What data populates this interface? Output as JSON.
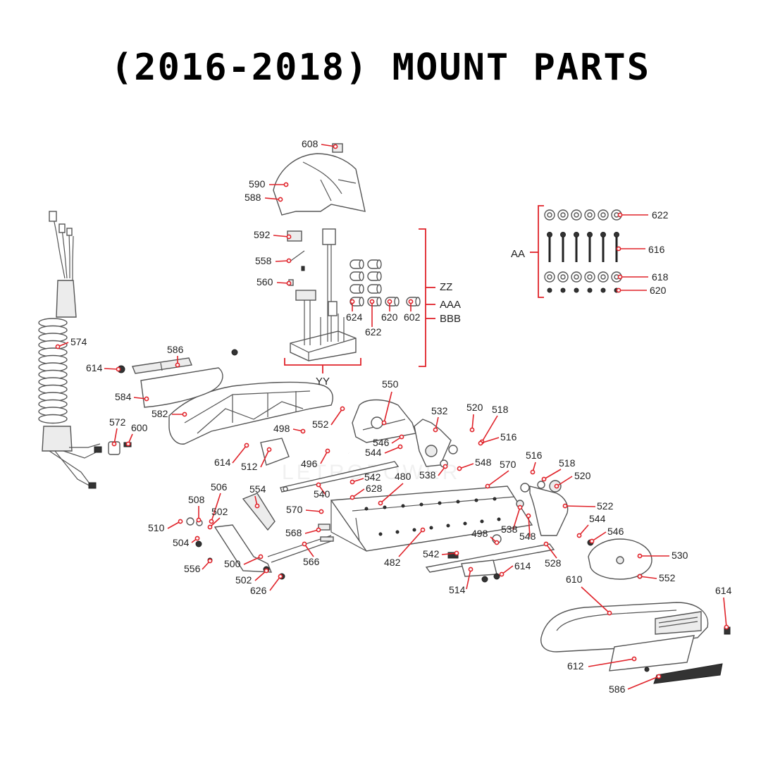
{
  "title": "(2016-2018) MOUNT PARTS",
  "watermark": "LETROPOWER",
  "part_labels": [
    "608",
    "590",
    "588",
    "592",
    "558",
    "560",
    "624",
    "622",
    "620",
    "602",
    "574",
    "614",
    "586",
    "584",
    "582",
    "552",
    "498",
    "550",
    "532",
    "520",
    "518",
    "516",
    "572",
    "600",
    "614",
    "512",
    "496",
    "546",
    "544",
    "538",
    "548",
    "570",
    "516",
    "518",
    "520",
    "540",
    "542",
    "628",
    "480",
    "522",
    "506",
    "554",
    "508",
    "502",
    "510",
    "504",
    "570",
    "568",
    "566",
    "556",
    "500",
    "502",
    "626",
    "482",
    "498",
    "538",
    "548",
    "544",
    "546",
    "542",
    "514",
    "614",
    "528",
    "530",
    "552",
    "610",
    "614",
    "612",
    "586"
  ],
  "group_labels": {
    "aa": "AA",
    "zz": "ZZ",
    "aaa": "AAA",
    "bbb": "BBB",
    "yy": "YY"
  },
  "aa_kit_labels": [
    "622",
    "616",
    "618",
    "620"
  ]
}
